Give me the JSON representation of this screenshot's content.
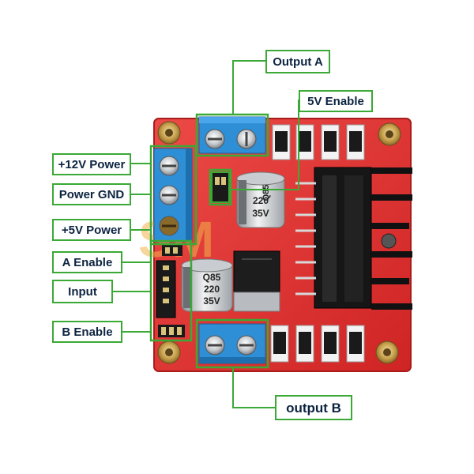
{
  "labels": {
    "output_a": "Output A",
    "enable_5v": "5V Enable",
    "power_12v": "+12V Power",
    "power_gnd": "Power GND",
    "power_5v": "+5V Power",
    "a_enable": "A Enable",
    "input": "Input",
    "b_enable": "B Enable",
    "output_b": "output B"
  },
  "capacitor_marking": [
    "Q85",
    "220",
    "35V"
  ],
  "watermark": "SM",
  "colors": {
    "board": "#e0302f",
    "terminal_block": "#2f8fd6",
    "callout_border": "#3aa935",
    "callout_text": "#0c2340",
    "heatsink": "#1a1a1a"
  },
  "icons": [
    "screw-terminal-icon",
    "capacitor-icon",
    "mounting-hole-icon",
    "diode-icon",
    "jumper-icon",
    "heatsink-icon",
    "voltage-regulator-icon"
  ]
}
